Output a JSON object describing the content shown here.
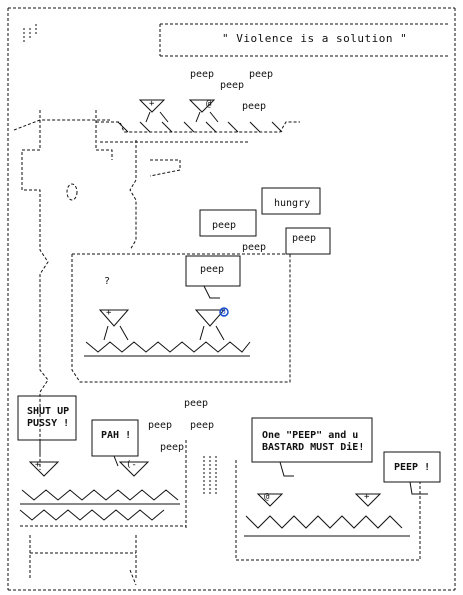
{
  "title": "\" Violence is a solution \"",
  "peeps": {
    "top_1": "peep",
    "top_2": "peep",
    "top_3": "peep",
    "top_4": "peep",
    "mid_1": "peep",
    "mid_2": "peep",
    "mid_3": "peep",
    "mid_4": "peep",
    "low_1": "peep",
    "low_2": "peep",
    "low_3": "peep",
    "low_4": "peep"
  },
  "speech": {
    "hungry": "hungry",
    "question": "?",
    "shut_up_line1": "SHUT UP",
    "shut_up_line2": "PUSSY !",
    "pah": "PAH !",
    "threat_line1": "One \"PEEP\" and u",
    "threat_line2": "BASTARD MUST DiE!",
    "peep_loud": "PEEP !"
  },
  "chick_glyphs": {
    "chick_a": "+",
    "chick_b": "@",
    "chick_c": "+",
    "chick_d": "@",
    "chick_e": "+",
    "chick_f": "(-",
    "chick_g": "@",
    "chick_h": "+",
    "eye_blue": "@"
  },
  "colors": {
    "ink": "#111111",
    "accent": "#1a4fd0",
    "background": "#ffffff"
  }
}
